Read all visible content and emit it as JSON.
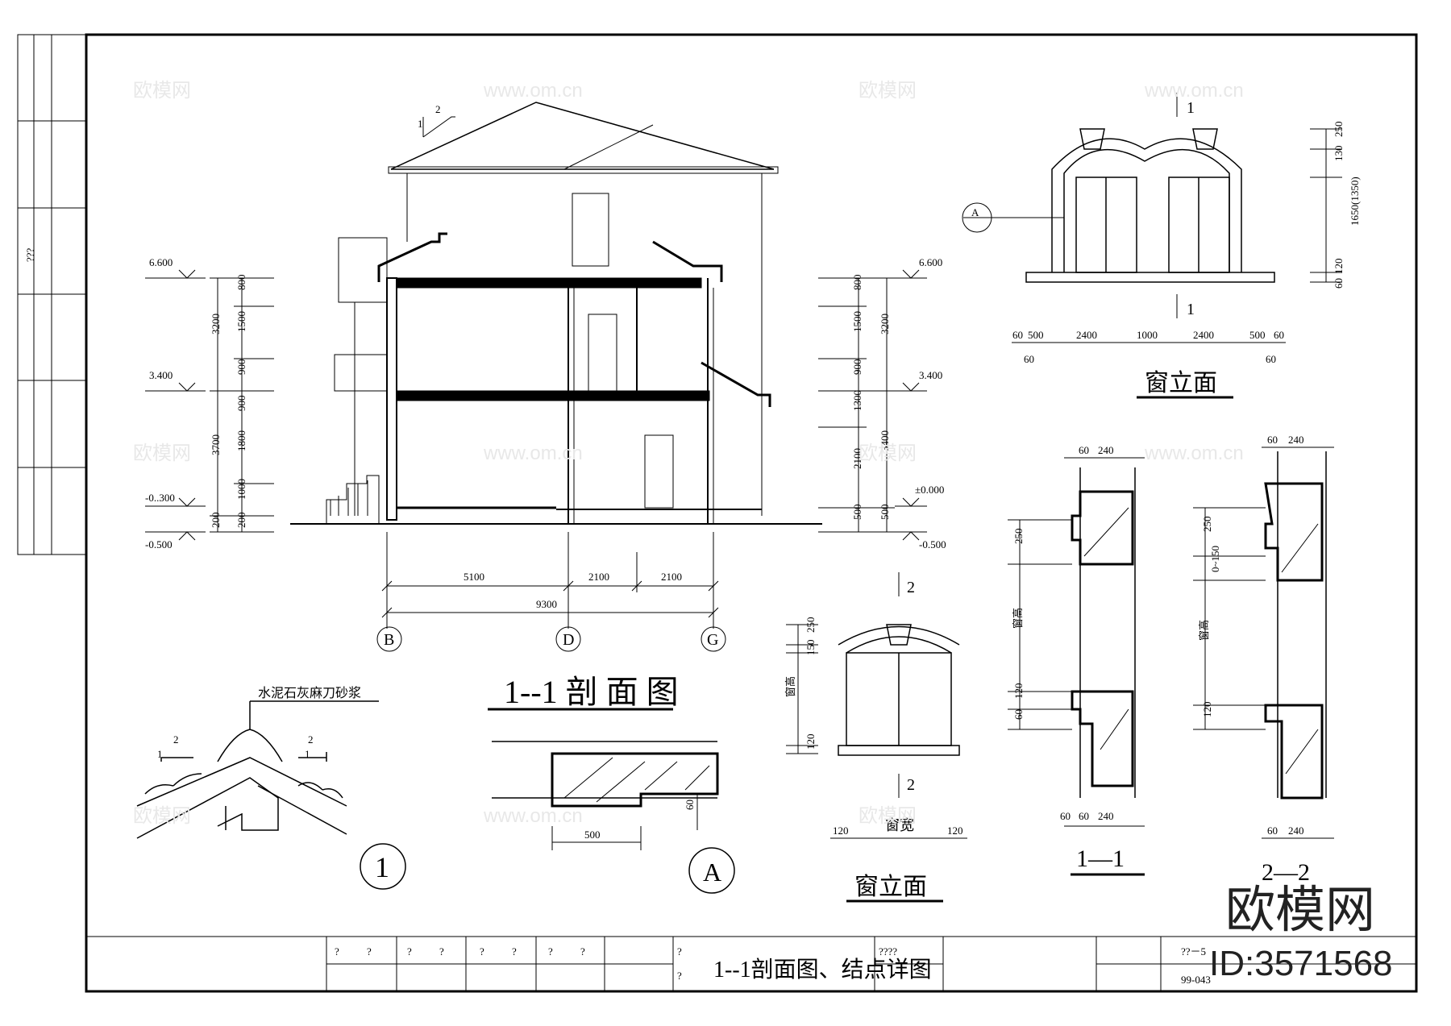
{
  "drawing": {
    "title_section": "1--1 剖 面 图",
    "title_window_elev_right": "窗立面",
    "title_window_elev_bottom": "窗立面",
    "title_section_11": "1—1",
    "title_section_22": "2—2",
    "roof_note": "水泥石灰麻刀砂浆",
    "detail_1": "1",
    "detail_A": "A",
    "axis_B": "B",
    "axis_D": "D",
    "axis_G": "G",
    "slope_1": "1",
    "slope_2": "2",
    "window_height_label": "窗高",
    "window_width_label": "窗宽",
    "section_mark_1": "1",
    "section_mark_2": "2"
  },
  "levels_left": [
    "6.600",
    "3.400",
    "-0..300",
    "-0.500"
  ],
  "levels_right": [
    "6.600",
    "3.400",
    "±0.000",
    "-0.500"
  ],
  "dims_left_outer": [
    "3200",
    "3700",
    "200"
  ],
  "dims_left_inner": [
    "800",
    "1500",
    "900",
    "900",
    "1800",
    "1000",
    "200"
  ],
  "dims_right_outer": [
    "3200",
    "3400",
    "500"
  ],
  "dims_right_inner": [
    "800",
    "1500",
    "900",
    "1300",
    "2100",
    "500"
  ],
  "dims_bottom": [
    "5100",
    "2100",
    "2100",
    "9300"
  ],
  "dims_window_top": [
    "60",
    "500",
    "2400",
    "1000",
    "2400",
    "500",
    "60",
    "60",
    "60"
  ],
  "dims_window_side": [
    "250",
    "130",
    "1650(1350)",
    "120",
    "60"
  ],
  "dims_small_window": [
    "250",
    "150",
    "120",
    "120",
    "120"
  ],
  "dims_sec11": [
    "60",
    "240",
    "250",
    "120",
    "60",
    "60",
    "60",
    "240"
  ],
  "dims_sec22": [
    "60",
    "240",
    "250",
    "0~150",
    "120",
    "60",
    "240"
  ],
  "dims_detailA": [
    "500",
    "60"
  ],
  "title_block": {
    "drawing_name": "1--1剖面图、结点详图",
    "project": "????",
    "cells_q": [
      "?",
      "?",
      "?",
      "?",
      "?",
      "?",
      "?",
      "?",
      "?",
      "?"
    ],
    "code_1": "??－5",
    "code_2": "99-043"
  },
  "left_strip": [
    "???",
    "?",
    "?",
    "?",
    "?",
    "?",
    "?",
    "?"
  ],
  "watermark": {
    "brand": "欧模网",
    "site": "www.om.cn",
    "id": "ID:3571568"
  }
}
